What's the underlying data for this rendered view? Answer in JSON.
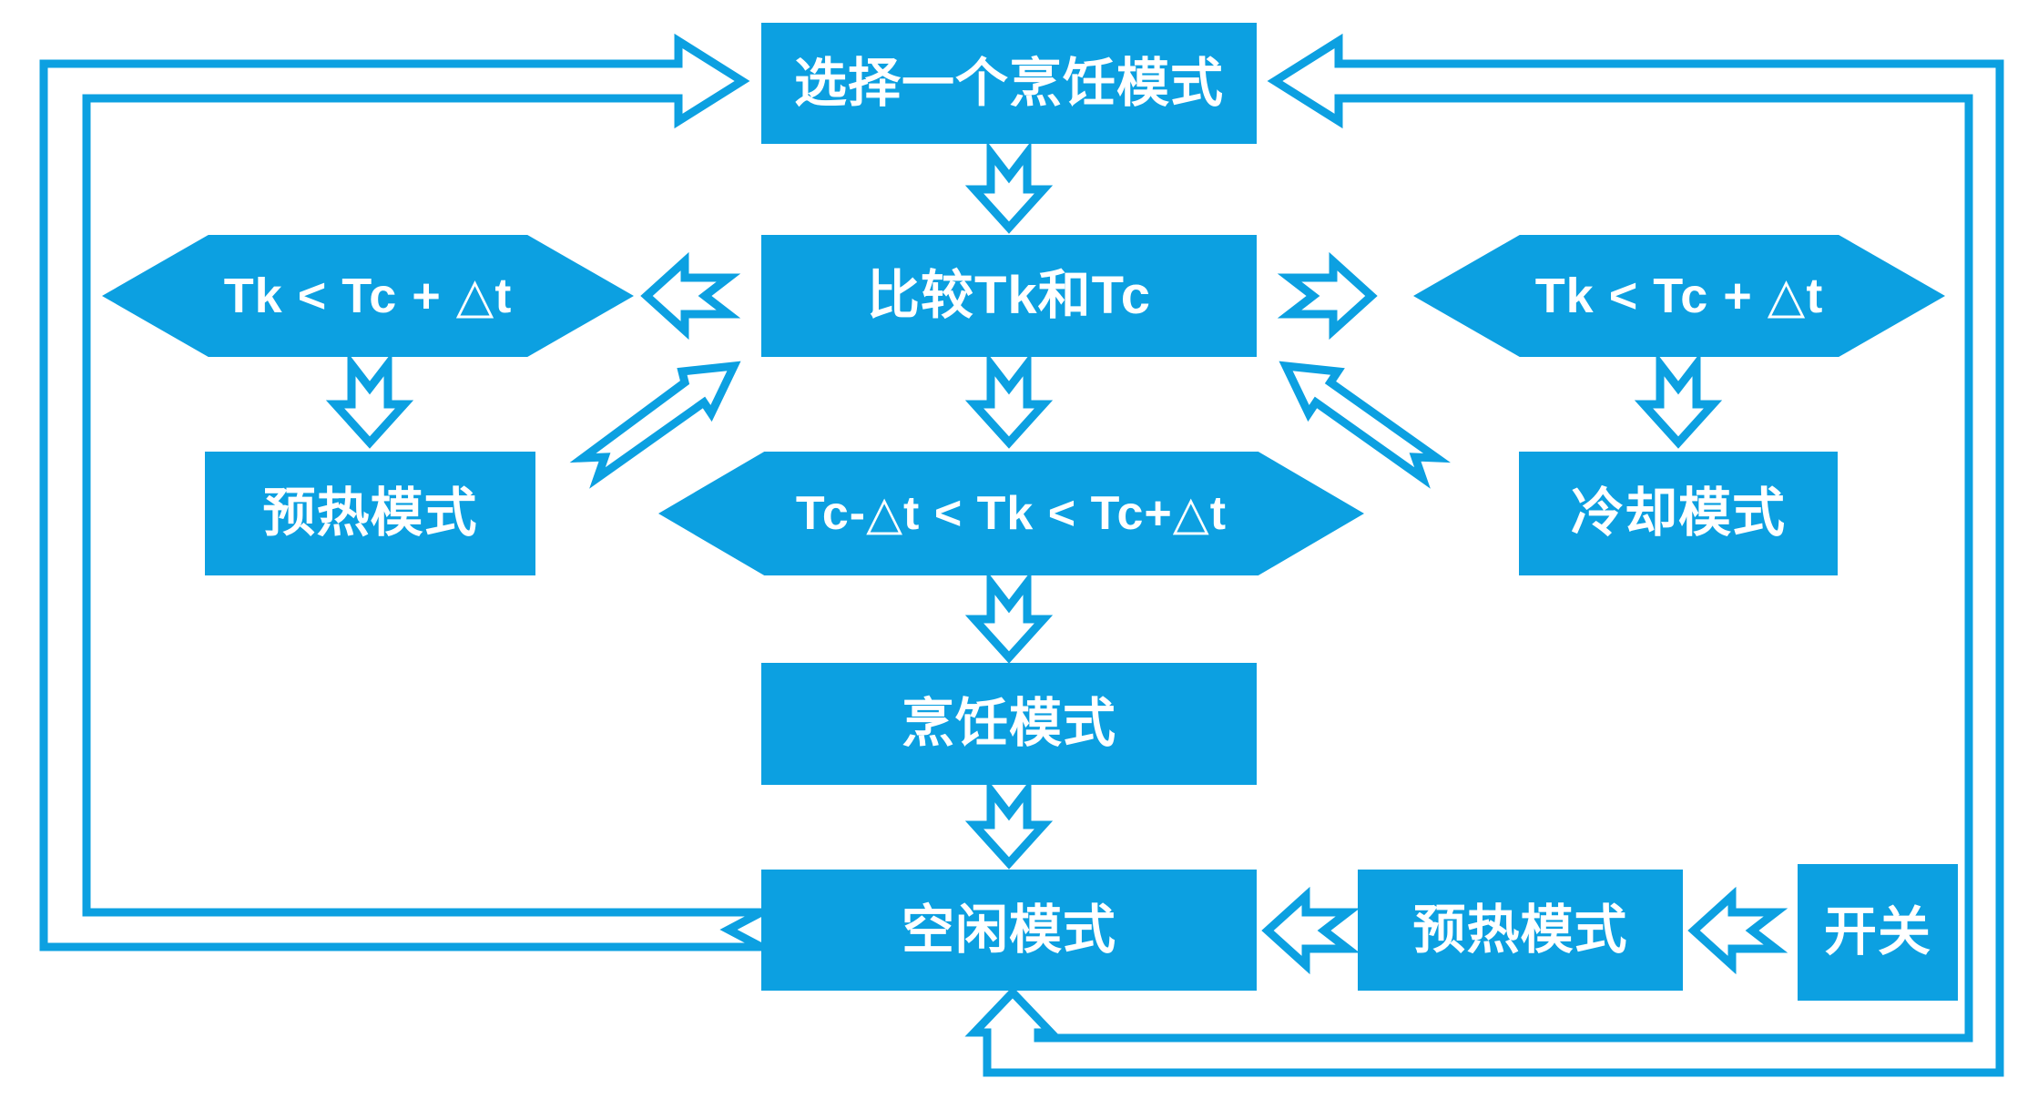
{
  "palette": {
    "blue": "#0ca0e1",
    "white": "#ffffff"
  },
  "diagram": {
    "title_visible": false,
    "nodes": {
      "select": {
        "label": "选择一个烹饪模式",
        "shape": "rectangle"
      },
      "compare": {
        "label": "比较Tk和Tc",
        "shape": "rectangle"
      },
      "hex_left": {
        "label": "Tk < Tc + △t",
        "shape": "hexagon"
      },
      "hex_right": {
        "label": "Tk < Tc + △t",
        "shape": "hexagon"
      },
      "hex_center": {
        "label": "Tc-△t < Tk < Tc+△t",
        "shape": "hexagon"
      },
      "preheat_left": {
        "label": "预热模式",
        "shape": "rectangle"
      },
      "cool": {
        "label": "冷却模式",
        "shape": "rectangle"
      },
      "cook": {
        "label": "烹饪模式",
        "shape": "rectangle"
      },
      "idle": {
        "label": "空闲模式",
        "shape": "rectangle"
      },
      "preheat_bottom": {
        "label": "预热模式",
        "shape": "rectangle"
      },
      "switch": {
        "label": "开关",
        "shape": "rectangle"
      }
    },
    "edges": [
      {
        "from": "idle",
        "to": "select",
        "style": "hollow-elbow-left-loop"
      },
      {
        "from": "select",
        "to": "compare",
        "style": "hollow-down-arrow"
      },
      {
        "from": "compare",
        "to": "hex_left",
        "style": "hollow-left-arrow"
      },
      {
        "from": "compare",
        "to": "hex_right",
        "style": "hollow-right-arrow"
      },
      {
        "from": "compare",
        "to": "hex_center",
        "style": "hollow-down-arrow"
      },
      {
        "from": "hex_left",
        "to": "preheat_left",
        "style": "hollow-down-arrow"
      },
      {
        "from": "hex_center",
        "to": "cook",
        "style": "hollow-down-arrow"
      },
      {
        "from": "hex_right",
        "to": "cool",
        "style": "hollow-down-arrow"
      },
      {
        "from": "preheat_left",
        "to": "compare",
        "style": "hollow-diagonal-up-right"
      },
      {
        "from": "cool",
        "to": "compare",
        "style": "hollow-diagonal-up-left"
      },
      {
        "from": "cook",
        "to": "idle",
        "style": "hollow-down-arrow"
      },
      {
        "from": "switch",
        "to": "preheat_bottom",
        "style": "hollow-left-arrow"
      },
      {
        "from": "preheat_bottom",
        "to": "idle",
        "style": "hollow-left-arrow"
      },
      {
        "between": [
          "select",
          "idle"
        ],
        "heads": [
          "select",
          "idle"
        ],
        "style": "hollow-elbow-right-loop"
      }
    ]
  }
}
